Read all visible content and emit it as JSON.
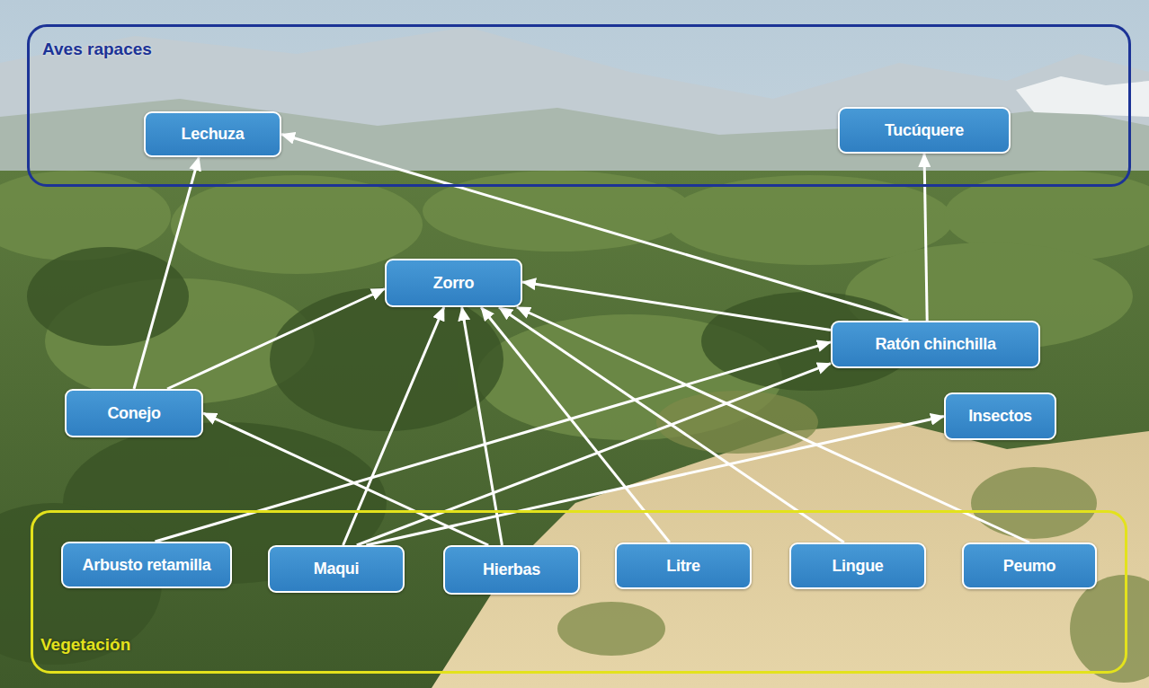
{
  "diagram": {
    "nodes": [
      {
        "text": [
          "Aves rapaces"
        ]
      },
      {
        "text": [
          "Lechuza"
        ],
        "in": 0
      },
      {
        "text": [
          "Tucúquere"
        ],
        "in": 0
      },
      {
        "text": [
          "Zorro"
        ]
      },
      {
        "text": [
          "Ratón chinchilla"
        ]
      },
      {
        "text": [
          "Conejo"
        ]
      },
      {
        "text": [
          "Insectos"
        ]
      },
      {
        "text": [
          "Vegetación"
        ]
      },
      {
        "text": [
          "Arbusto retamilla"
        ],
        "in": 7
      },
      {
        "text": [
          "Maqui"
        ],
        "in": 7
      },
      {
        "text": [
          "Hierbas"
        ],
        "in": 7
      },
      {
        "text": [
          "Litre"
        ],
        "in": 7
      },
      {
        "text": [
          "Lingue"
        ],
        "in": 7
      },
      {
        "text": [
          "Peumo"
        ],
        "in": 7
      }
    ],
    "edges": [
      {
        "from": 5,
        "to": 1,
        "arrow": "to"
      },
      {
        "from": 4,
        "to": 1,
        "arrow": "to"
      },
      {
        "from": 4,
        "to": 2,
        "arrow": "to"
      },
      {
        "from": 5,
        "to": 3,
        "arrow": "to"
      },
      {
        "from": 4,
        "to": 3,
        "arrow": "to"
      },
      {
        "from": 9,
        "to": 3,
        "arrow": "to"
      },
      {
        "from": 10,
        "to": 3,
        "arrow": "to"
      },
      {
        "from": 11,
        "to": 3,
        "arrow": "to"
      },
      {
        "from": 12,
        "to": 3,
        "arrow": "to"
      },
      {
        "from": 13,
        "to": 3,
        "arrow": "to"
      },
      {
        "from": 10,
        "to": 5,
        "arrow": "to"
      },
      {
        "from": 8,
        "to": 4,
        "arrow": "to"
      },
      {
        "from": 9,
        "to": 4,
        "arrow": "to"
      },
      {
        "from": 9,
        "to": 6,
        "arrow": "to"
      }
    ]
  }
}
